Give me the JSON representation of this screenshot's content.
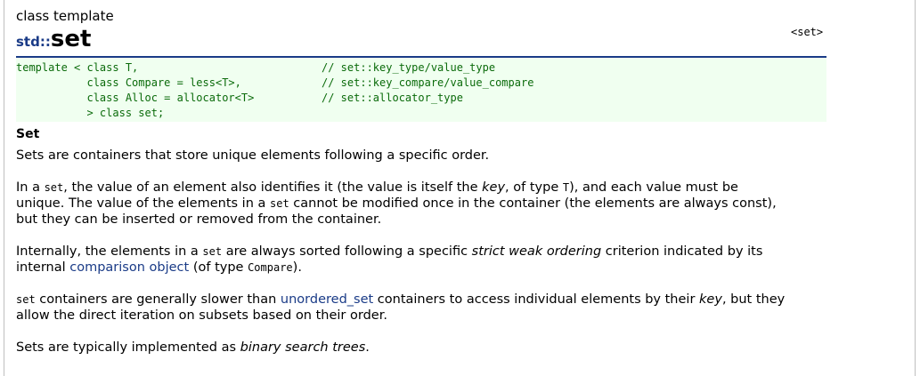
{
  "header": {
    "type_label": "class template",
    "namespace": "std::",
    "name": "set",
    "header_tag": "<set>"
  },
  "code": {
    "lines": [
      "template < class T,",
      "           class Compare = less<T>,",
      "           class Alloc = allocator<T>",
      "           > class set;"
    ],
    "comments": [
      "// set::key_type/value_type",
      "// set::key_compare/value_compare",
      "// set::allocator_type"
    ]
  },
  "section": {
    "title": "Set",
    "intro": "Sets are containers that store unique elements following a specific order.",
    "p2": {
      "l1_a": "In a ",
      "l1_code": "set",
      "l1_b": ", the value of an element also identifies it (the value is itself the ",
      "l1_key": "key",
      "l1_c": ", of type ",
      "l1_type": "T",
      "l1_d": "), and each value must be",
      "l2_a": "unique. The value of the elements in a ",
      "l2_code": "set",
      "l2_b": " cannot be modified once in the container (the elements are always const),",
      "l3": "but they can be inserted or removed from the container."
    },
    "p3": {
      "l1_a": "Internally, the elements in a ",
      "l1_code": "set",
      "l1_b": " are always sorted following a specific ",
      "l1_em": "strict weak ordering",
      "l1_c": " criterion indicated by its",
      "l2_a": "internal ",
      "l2_link": "comparison object",
      "l2_b": " (of type ",
      "l2_code": "Compare",
      "l2_c": ")."
    },
    "p4": {
      "l1_code": "set",
      "l1_a": " containers are generally slower than ",
      "l1_link": "unordered_set",
      "l1_b": " containers to access individual elements by their ",
      "l1_key": "key",
      "l1_c": ", but they",
      "l2": "allow the direct iteration on subsets based on their order."
    },
    "p5": {
      "a": "Sets are typically implemented as ",
      "em": "binary search trees",
      "b": "."
    }
  },
  "colors": {
    "link": "#1a3b87",
    "code_text": "#0b6b0b",
    "code_background": "#f0fff0",
    "rule": "#1a3b87"
  }
}
